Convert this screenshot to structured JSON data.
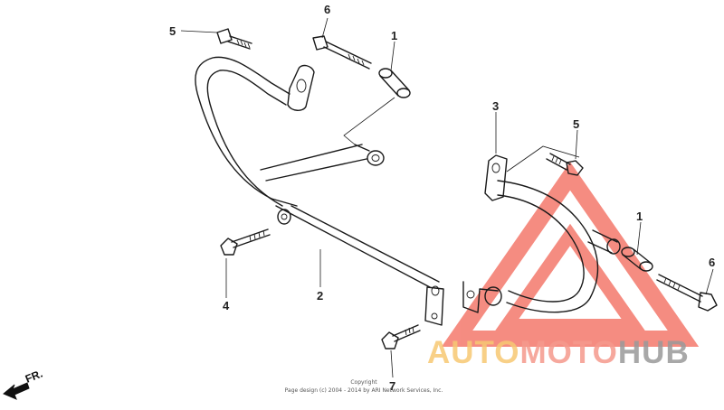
{
  "callouts": {
    "c5_left": "5",
    "c6_top": "6",
    "c1_top": "1",
    "c3": "3",
    "c5_right": "5",
    "c1_right": "1",
    "c6_right": "6",
    "c4": "4",
    "c2": "2",
    "c7": "7"
  },
  "copyright": {
    "line1": "Copyright",
    "line2": "Page design (c) 2004 - 2014 by ARI Network Services, Inc."
  },
  "direction": {
    "label": "FR."
  },
  "watermark": {
    "part1": "AUTO",
    "part2": "MOTO",
    "part3": "HUB",
    "colors": {
      "auto": "#f7c873",
      "moto": "#f59a8d",
      "hub": "#9a9a9a",
      "triangle": "#f25c4d"
    }
  }
}
